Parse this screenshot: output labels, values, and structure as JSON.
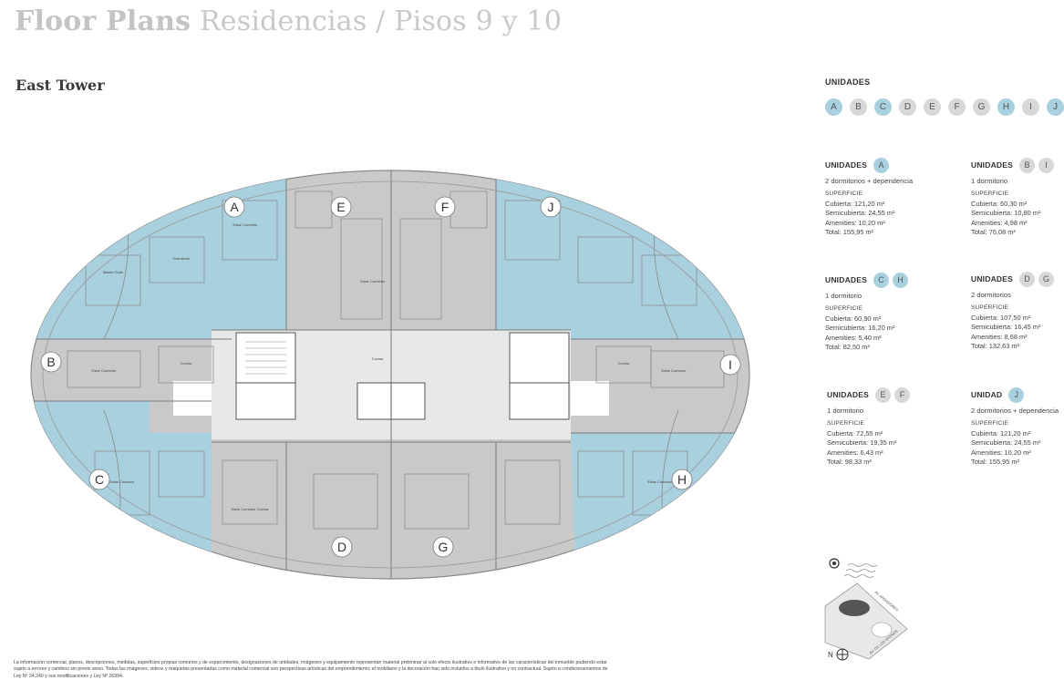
{
  "header": {
    "title_bold": "Floor Plans",
    "title_light": " Residencias / Pisos 9 y 10",
    "subtitle": "East Tower"
  },
  "colors": {
    "unit_blue": "#a9d0de",
    "unit_gray": "#d8d8d8",
    "common_gray": "#c9c9c9"
  },
  "plan": {
    "unit_labels": {
      "A": "A",
      "B": "B",
      "C": "C",
      "D": "D",
      "E": "E",
      "F": "F",
      "G": "G",
      "H": "H",
      "I": "I",
      "J": "J"
    }
  },
  "legend": {
    "heading": "UNIDADES",
    "chips": [
      {
        "letter": "A",
        "tone": "blue"
      },
      {
        "letter": "B",
        "tone": "gray"
      },
      {
        "letter": "C",
        "tone": "blue"
      },
      {
        "letter": "D",
        "tone": "gray"
      },
      {
        "letter": "E",
        "tone": "gray"
      },
      {
        "letter": "F",
        "tone": "gray"
      },
      {
        "letter": "G",
        "tone": "gray"
      },
      {
        "letter": "H",
        "tone": "blue"
      },
      {
        "letter": "I",
        "tone": "gray"
      },
      {
        "letter": "J",
        "tone": "blue"
      }
    ]
  },
  "specs": {
    "a": {
      "label": "UNIDADES",
      "letters": [
        "A"
      ],
      "desc": "2 dormitorios + dependencia",
      "sup": "SUPERFICIE",
      "cubierta": "Cubierta: 121,20 m²",
      "semicubierta": "Semicubierta: 24,55 m²",
      "amenities": "Amenities: 10,20 m²",
      "total": "Total: 155,95 m²"
    },
    "bi": {
      "label": "UNIDADES",
      "letters": [
        "B",
        "I"
      ],
      "desc": "1 dormitorio",
      "sup": "SUPERFICIE",
      "cubierta": "Cubierta: 60,30 m²",
      "semicubierta": "Semicubierta: 10,80 m²",
      "amenities": "Amenities: 4,98 m²",
      "total": "Total: 76,08 m²"
    },
    "ch": {
      "label": "UNIDADES",
      "letters": [
        "C",
        "H"
      ],
      "desc": "1 dormitorio",
      "sup": "SUPERFICIE",
      "cubierta": "Cubierta: 60,90 m²",
      "semicubierta": "Semicubierta: 16,20 m²",
      "amenities": "Amenities: 5,40 m²",
      "total": "Total: 82,50 m²"
    },
    "dg": {
      "label": "UNIDADES",
      "letters": [
        "D",
        "G"
      ],
      "desc": "2 dormitorios",
      "sup": "SUPERFICIE",
      "cubierta": "Cubierta: 107,50 m²",
      "semicubierta": "Semicubierta: 16,45 m²",
      "amenities": "Amenities: 8,68 m²",
      "total": "Total: 132,63 m²"
    },
    "ef": {
      "label": "UNIDADES",
      "letters": [
        "E",
        "F"
      ],
      "desc": "1 dormitorio",
      "sup": "SUPERFICIE",
      "cubierta": "Cubierta: 72,55 m²",
      "semicubierta": "Semicubierta: 19,35 m²",
      "amenities": "Amenities: 6,43 m²",
      "total": "Total: 98,33 m²"
    },
    "j": {
      "label": "UNIDAD",
      "letters": [
        "J"
      ],
      "desc": "2 dormitorios + dependencia",
      "sup": "SUPERFICIE",
      "cubierta": "Cubierta: 121,20 m²",
      "semicubierta": "Semicubierta: 24,55 m²",
      "amenities": "Amenities: 10,20 m²",
      "total": "Total: 155,95 m²"
    }
  },
  "compass": {
    "north": "N",
    "street_top": "AV. ARMADORES",
    "street_side": "AV. DE LOS DIVINOS"
  },
  "disclaimer": "La información comercial, planos, descripciones, medidas, superficies propias comunes y de esparcimiento, designaciones de unidades, imágenes y equipamiento representan material preliminar al solo efecto ilustrativo e informativo de las características del inmueble pudiendo estar sujeto a errores y cambios sin previo aviso. Todas las imágenes, videos y maquetas presentadas como material comercial son perspectivas artísticas del emprendimiento; el mobiliario y la decoración han sido incluidos a título ilustrativo y no contractual. Sujeto a condicionamientos de Ley Nº 24.240 y sus modificaciones y Ley Nº 26994."
}
